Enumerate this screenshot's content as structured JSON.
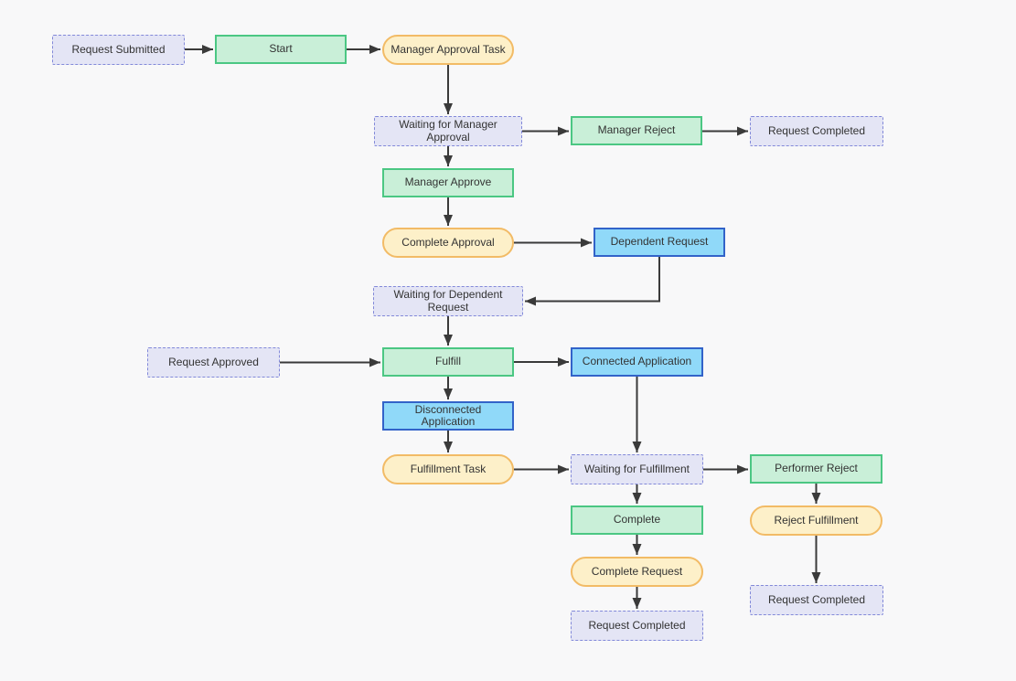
{
  "diagram": {
    "kind": "workflow-flowchart",
    "background": "#f8f8f9"
  },
  "palette": {
    "page-bg": "#f8f8f9",
    "text": "#333333",
    "arrow": "#3a3a3a",
    "state-fill": "#e4e5f5",
    "state-border": "#8289d9",
    "action-fill": "#c9efd8",
    "action-border": "#4bc783",
    "task-fill": "#fdf0c9",
    "task-border": "#f2bb66",
    "app-fill": "#90d9f9",
    "app-border": "#3263c9"
  },
  "node_types": {
    "state": "dashed lavender rectangle",
    "action": "green solid rectangle",
    "task": "yellow stadium (pill)",
    "app": "blue solid rectangle"
  },
  "nodes": [
    {
      "id": "request-submitted",
      "label": "Request Submitted",
      "type": "state"
    },
    {
      "id": "start",
      "label": "Start",
      "type": "action"
    },
    {
      "id": "manager-approval-task",
      "label": "Manager Approval Task",
      "type": "task"
    },
    {
      "id": "waiting-for-manager-approval",
      "label": "Waiting for Manager Approval",
      "type": "state"
    },
    {
      "id": "manager-reject",
      "label": "Manager Reject",
      "type": "action"
    },
    {
      "id": "request-completed-1",
      "label": "Request Completed",
      "type": "state"
    },
    {
      "id": "manager-approve",
      "label": "Manager Approve",
      "type": "action"
    },
    {
      "id": "complete-approval",
      "label": "Complete Approval",
      "type": "task"
    },
    {
      "id": "dependent-request",
      "label": "Dependent Request",
      "type": "app"
    },
    {
      "id": "waiting-for-dependent-request",
      "label": "Waiting for Dependent Request",
      "type": "state"
    },
    {
      "id": "request-approved",
      "label": "Request Approved",
      "type": "state"
    },
    {
      "id": "fulfill",
      "label": "Fulfill",
      "type": "action"
    },
    {
      "id": "connected-application",
      "label": "Connected Application",
      "type": "app"
    },
    {
      "id": "disconnected-application",
      "label": "Disconnected Application",
      "type": "app"
    },
    {
      "id": "fulfillment-task",
      "label": "Fulfillment Task",
      "type": "task"
    },
    {
      "id": "waiting-for-fulfillment",
      "label": "Waiting for Fulfillment",
      "type": "state"
    },
    {
      "id": "performer-reject",
      "label": "Performer Reject",
      "type": "action"
    },
    {
      "id": "complete",
      "label": "Complete",
      "type": "action"
    },
    {
      "id": "reject-fulfillment",
      "label": "Reject Fulfillment",
      "type": "task"
    },
    {
      "id": "complete-request",
      "label": "Complete Request",
      "type": "task"
    },
    {
      "id": "request-completed-2",
      "label": "Request Completed",
      "type": "state"
    },
    {
      "id": "request-completed-3",
      "label": "Request Completed",
      "type": "state"
    }
  ],
  "edges": [
    {
      "from": "request-submitted",
      "to": "start"
    },
    {
      "from": "start",
      "to": "manager-approval-task"
    },
    {
      "from": "manager-approval-task",
      "to": "waiting-for-manager-approval"
    },
    {
      "from": "waiting-for-manager-approval",
      "to": "manager-reject"
    },
    {
      "from": "manager-reject",
      "to": "request-completed-1"
    },
    {
      "from": "waiting-for-manager-approval",
      "to": "manager-approve"
    },
    {
      "from": "manager-approve",
      "to": "complete-approval"
    },
    {
      "from": "complete-approval",
      "to": "dependent-request"
    },
    {
      "from": "dependent-request",
      "to": "waiting-for-dependent-request"
    },
    {
      "from": "waiting-for-dependent-request",
      "to": "fulfill"
    },
    {
      "from": "request-approved",
      "to": "fulfill"
    },
    {
      "from": "fulfill",
      "to": "connected-application"
    },
    {
      "from": "fulfill",
      "to": "disconnected-application"
    },
    {
      "from": "disconnected-application",
      "to": "fulfillment-task"
    },
    {
      "from": "fulfillment-task",
      "to": "waiting-for-fulfillment"
    },
    {
      "from": "connected-application",
      "to": "waiting-for-fulfillment"
    },
    {
      "from": "waiting-for-fulfillment",
      "to": "performer-reject"
    },
    {
      "from": "waiting-for-fulfillment",
      "to": "complete"
    },
    {
      "from": "complete",
      "to": "complete-request"
    },
    {
      "from": "complete-request",
      "to": "request-completed-2"
    },
    {
      "from": "performer-reject",
      "to": "reject-fulfillment"
    },
    {
      "from": "reject-fulfillment",
      "to": "request-completed-3"
    }
  ]
}
